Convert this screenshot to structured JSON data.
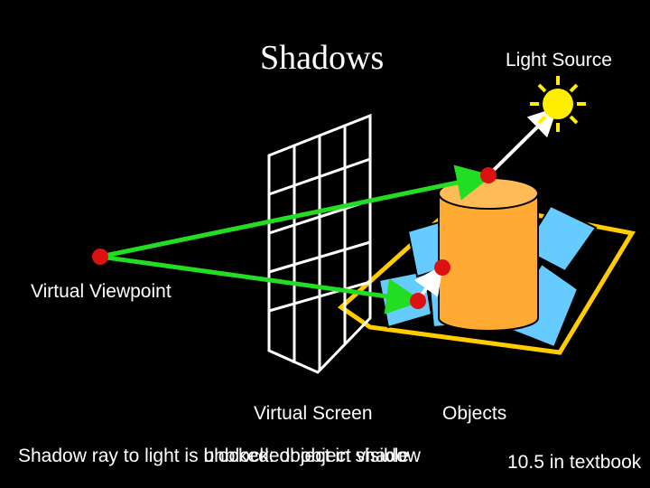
{
  "title": "Shadows",
  "labels": {
    "light_source": "Light Source",
    "virtual_viewpoint": "Virtual Viewpoint",
    "virtual_screen": "Virtual Screen",
    "objects": "Objects"
  },
  "caption": {
    "prefix": "Shadow ray to light is ",
    "overlay_a": "unblocked: object visible",
    "overlay_b": "blocked: object in shadow"
  },
  "reference": "10.5 in textbook",
  "colors": {
    "background": "#000000",
    "ray": "#22dd22",
    "shadow_ray": "#ffffff",
    "hit_point": "#dd1111",
    "cylinder": "#ffaa33",
    "cylinder_top": "#ffbb55",
    "tiles": "#66ccff",
    "floor_outline": "#ffcc00",
    "sun": "#ffee00",
    "screen_grid": "#ffffff"
  },
  "icons": [
    "sun-icon"
  ]
}
